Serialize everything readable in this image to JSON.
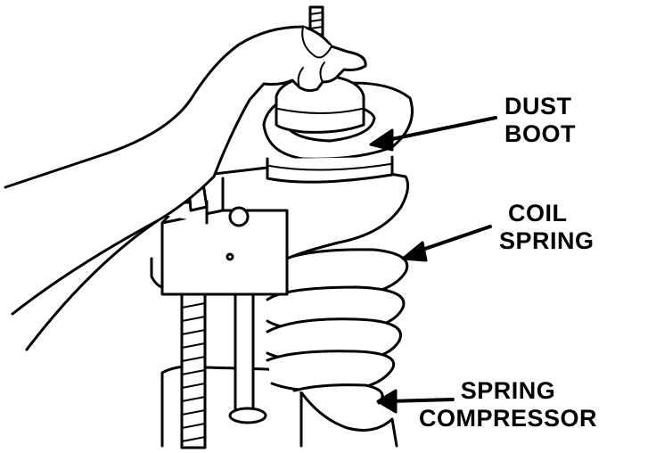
{
  "labels": {
    "dust_boot": {
      "line1": "DUST",
      "line2": "BOOT"
    },
    "coil_spring": {
      "line1": "COIL",
      "line2": "SPRING"
    },
    "spring_compressor": {
      "line1": "SPRING",
      "line2": "COMPRESSOR"
    }
  },
  "colors": {
    "ink": "#000000",
    "paper": "#ffffff"
  }
}
